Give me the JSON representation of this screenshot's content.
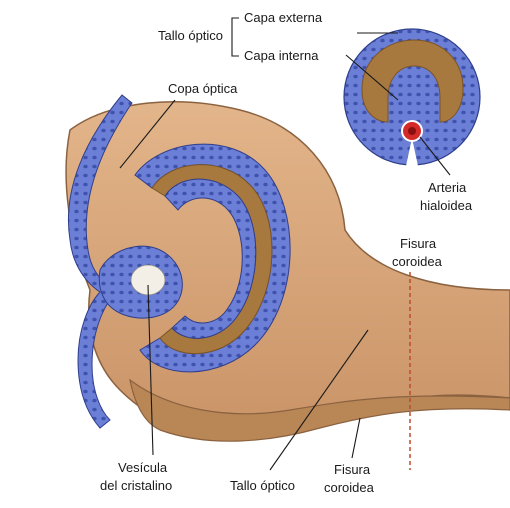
{
  "labels": {
    "tallo_optico_top": "Tallo óptico",
    "capa_externa": "Capa externa",
    "capa_interna": "Capa interna",
    "copa_optica": "Copa óptica",
    "arteria_line1": "Arteria",
    "arteria_line2": "hialoidea",
    "fisura_right_line1": "Fisura",
    "fisura_right_line2": "coroidea",
    "vesicula_line1": "Vesícula",
    "vesicula_line2": "del cristalino",
    "tallo_optico_bottom": "Tallo óptico",
    "fisura_bottom_line1": "Fisura",
    "fisura_bottom_line2": "coroidea"
  },
  "colors": {
    "tissue": "#d9a87a",
    "tissue_dark": "#b98656",
    "ectoderm_blue": "#6c7fd6",
    "nuclei": "#4559b8",
    "cavity": "#a8793f",
    "artery": "#d42a2a"
  }
}
